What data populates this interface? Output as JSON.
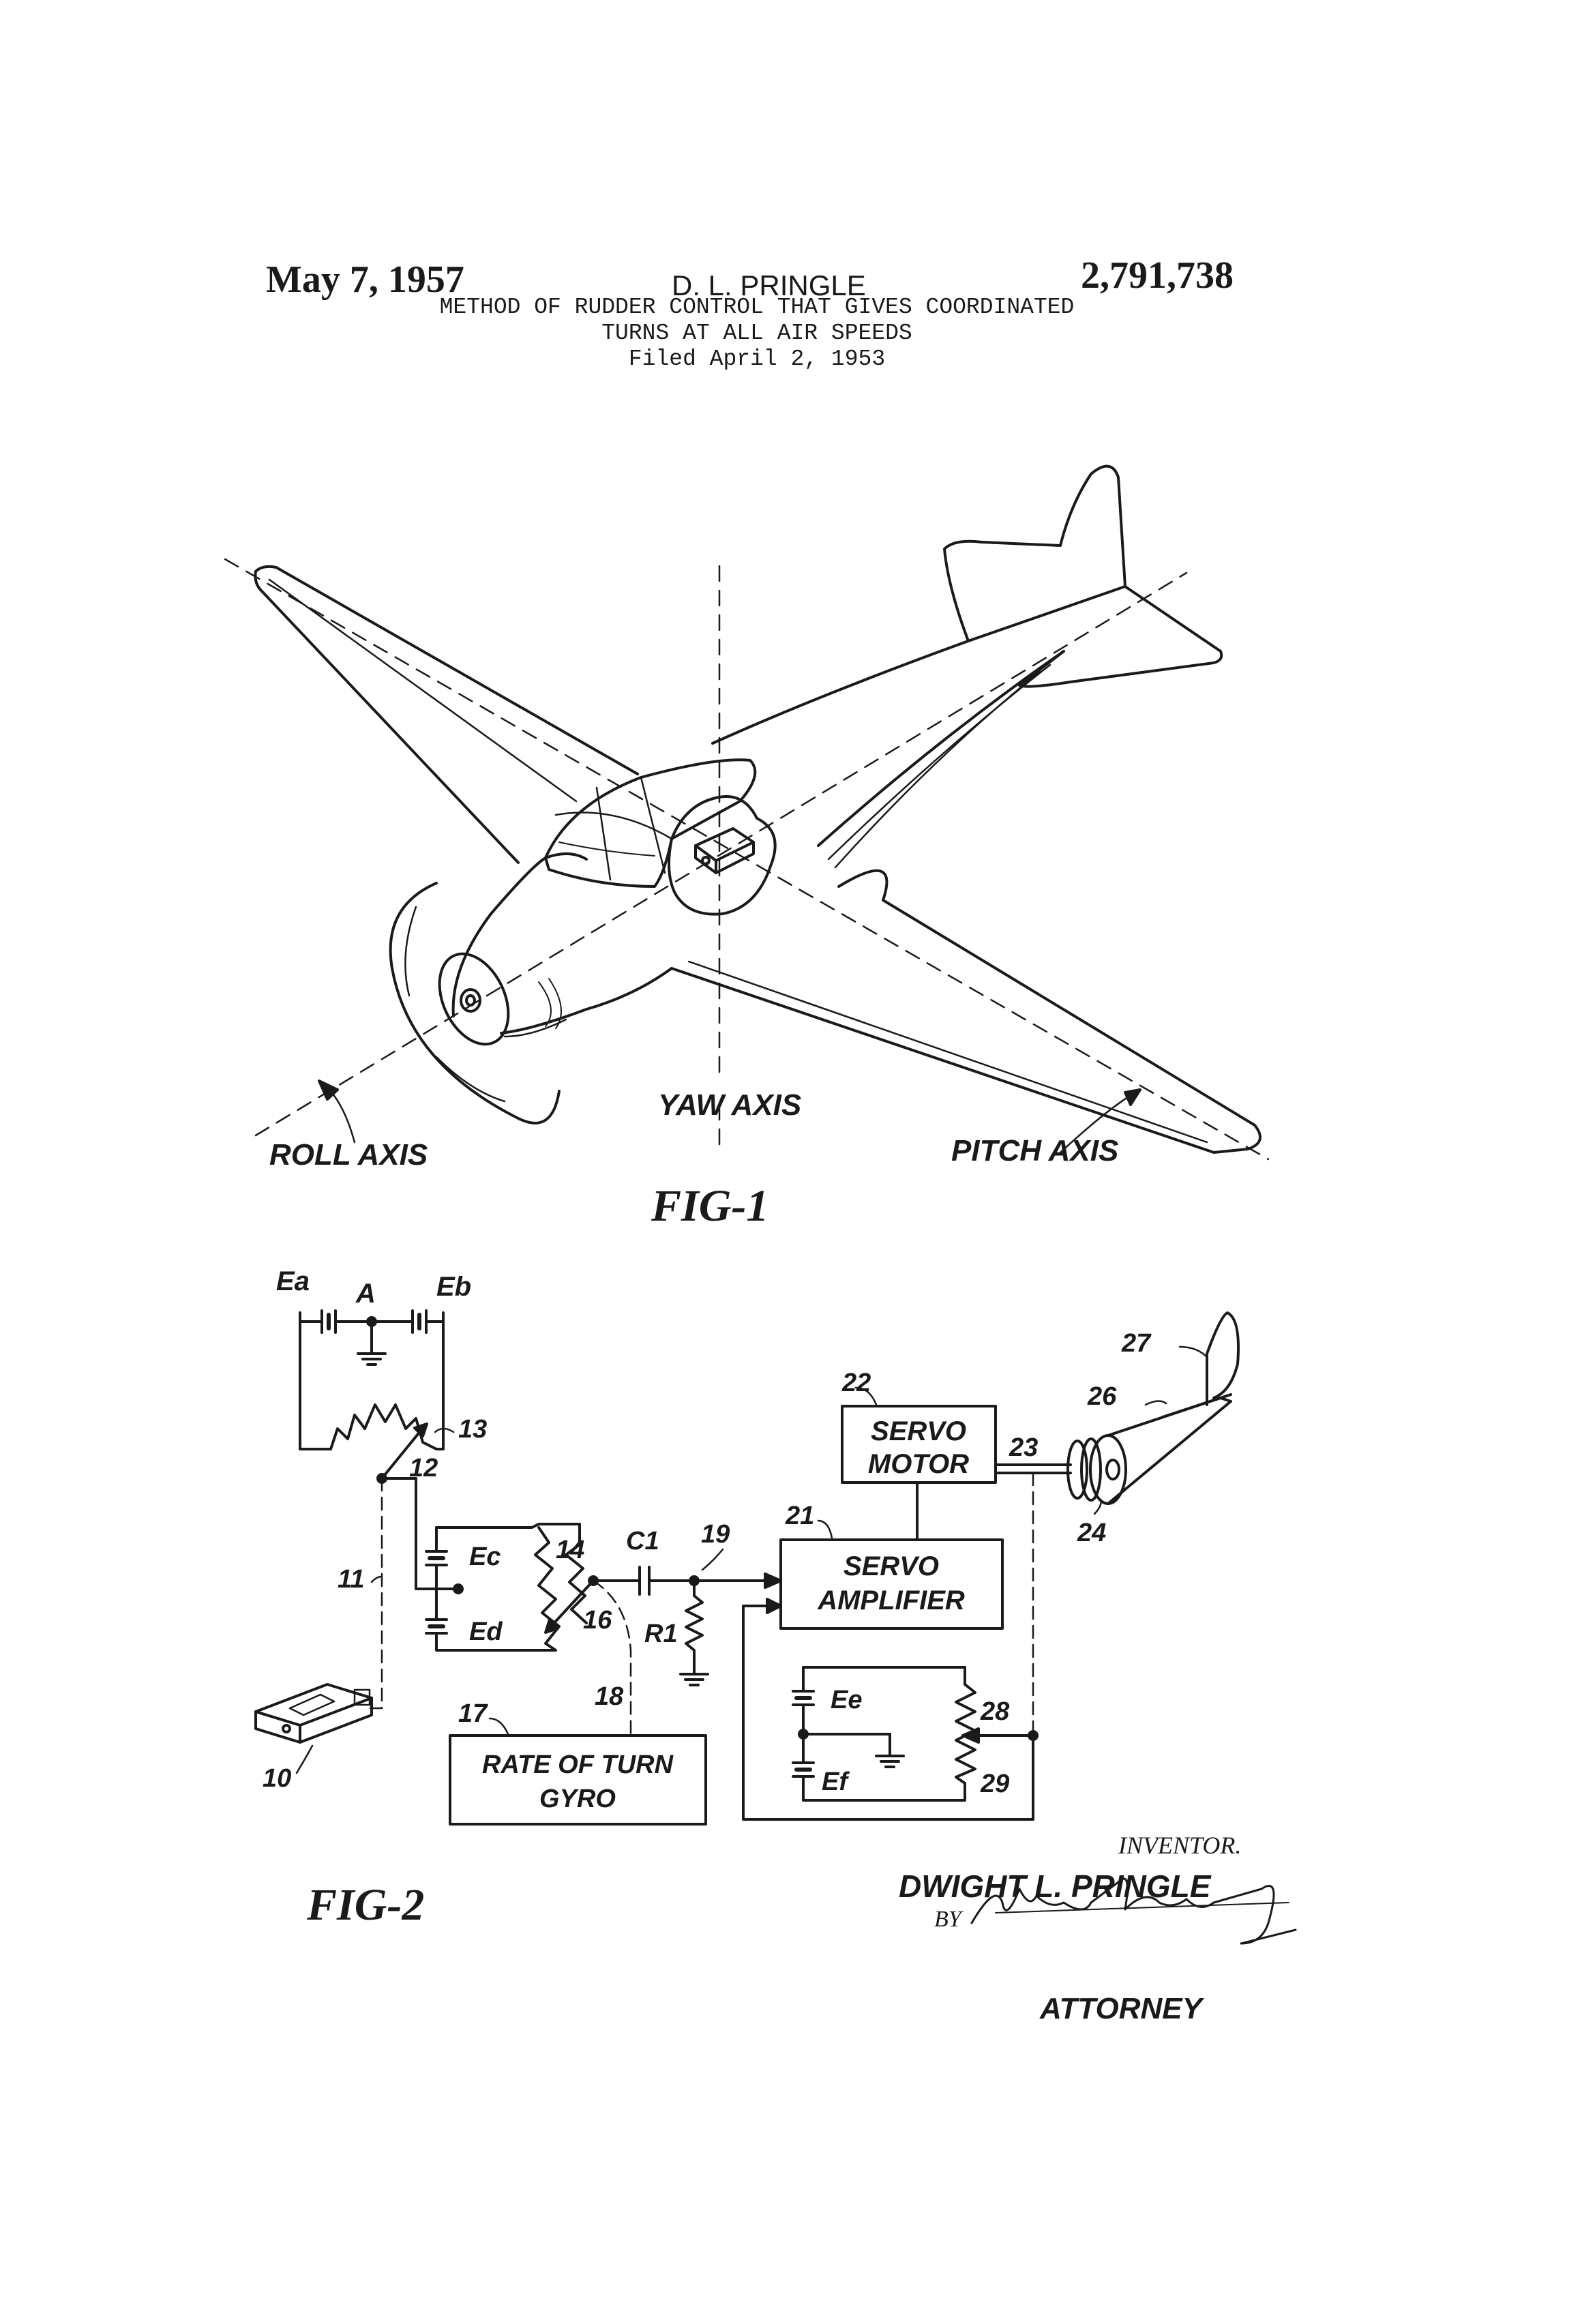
{
  "header": {
    "date": "May 7, 1957",
    "inventor_short": "D. L. PRINGLE",
    "patent_number": "2,791,738",
    "title_line1": "METHOD OF RUDDER CONTROL THAT GIVES COORDINATED",
    "title_line2": "TURNS AT ALL AIR SPEEDS",
    "filed": "Filed April 2, 1953"
  },
  "fig1": {
    "yaw_axis": "YAW AXIS",
    "roll_axis": "ROLL AXIS",
    "pitch_axis": "PITCH AXIS",
    "caption": "FIG-1"
  },
  "fig2": {
    "caption": "FIG-2",
    "labels": {
      "ea": "Ea",
      "a": "A",
      "eb": "Eb",
      "n13": "13",
      "n12": "12",
      "n11": "11",
      "n10": "10",
      "ec": "Ec",
      "ed": "Ed",
      "n14": "14",
      "n16": "16",
      "c1": "C1",
      "n19": "19",
      "r1": "R1",
      "n17": "17",
      "n18": "18",
      "n21": "21",
      "n22": "22",
      "n23": "23",
      "n24": "24",
      "n26": "26",
      "n27": "27",
      "ee": "Ee",
      "ef": "Ef",
      "n28": "28",
      "n29": "29"
    },
    "boxes": {
      "servo_motor_1": "SERVO",
      "servo_motor_2": "MOTOR",
      "servo_amp_1": "SERVO",
      "servo_amp_2": "AMPLIFIER",
      "gyro_1": "RATE OF TURN",
      "gyro_2": "GYRO"
    }
  },
  "footer": {
    "inventor_label": "INVENTOR.",
    "inventor_name": "DWIGHT L. PRINGLE",
    "by": "BY",
    "signature": "Morris Moody",
    "attorney": "ATTORNEY"
  }
}
